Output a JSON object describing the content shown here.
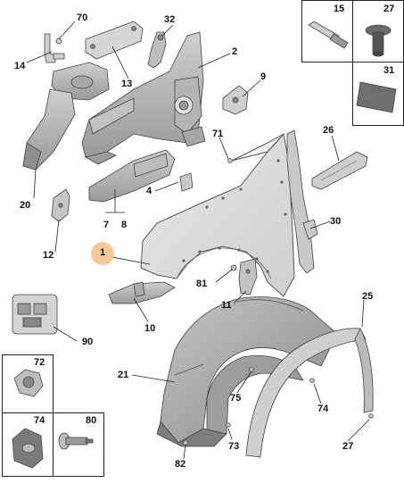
{
  "diagram": {
    "labels": {
      "p1": "1",
      "p2": "2",
      "p4": "4",
      "p7": "7",
      "p8": "8",
      "p9": "9",
      "p10": "10",
      "p11": "11",
      "p12": "12",
      "p13": "13",
      "p14": "14",
      "p15": "15",
      "p20": "20",
      "p21": "21",
      "p25": "25",
      "p26": "26",
      "p27a": "27",
      "p27b": "27",
      "p30": "30",
      "p31": "31",
      "p32": "32",
      "p70": "70",
      "p71": "71",
      "p72": "72",
      "p73": "73",
      "p74a": "74",
      "p74b": "74",
      "p75": "75",
      "p80": "80",
      "p81": "81",
      "p82": "82",
      "p90": "90"
    },
    "highlight_color": "#f5b57a",
    "part_fill": "#d9d9d9",
    "part_stroke": "#444444"
  }
}
